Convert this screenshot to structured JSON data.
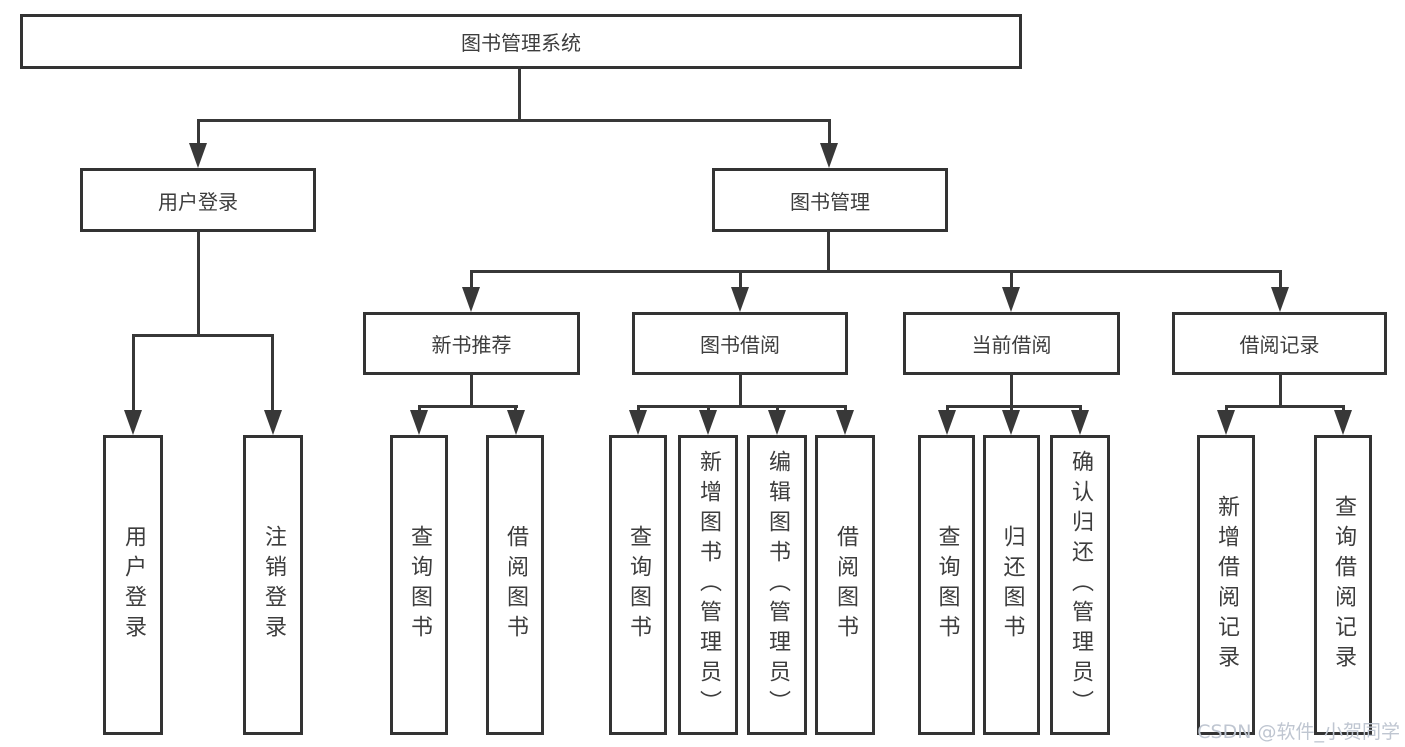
{
  "diagram": {
    "root": {
      "label": "图书管理系统",
      "children": [
        {
          "label": "用户登录",
          "children": [
            {
              "label": "用户登录"
            },
            {
              "label": "注销登录"
            }
          ]
        },
        {
          "label": "图书管理",
          "children": [
            {
              "label": "新书推荐",
              "children": [
                {
                  "label": "查询图书"
                },
                {
                  "label": "借阅图书"
                }
              ]
            },
            {
              "label": "图书借阅",
              "children": [
                {
                  "label": "查询图书"
                },
                {
                  "label": "新增图书（管理员）"
                },
                {
                  "label": "编辑图书（管理员）"
                },
                {
                  "label": "借阅图书"
                }
              ]
            },
            {
              "label": "当前借阅",
              "children": [
                {
                  "label": "查询图书"
                },
                {
                  "label": "归还图书"
                },
                {
                  "label": "确认归还（管理员）"
                }
              ]
            },
            {
              "label": "借阅记录",
              "children": [
                {
                  "label": "新增借阅记录"
                },
                {
                  "label": "查询借阅记录"
                }
              ]
            }
          ]
        }
      ]
    }
  },
  "watermark": {
    "text": "CSDN @软件_小贺同学"
  },
  "colors": {
    "line": "#383838",
    "border": "#333333",
    "text": "#3d3d3d",
    "watermark": "#bfc6d1",
    "background": "#ffffff"
  }
}
